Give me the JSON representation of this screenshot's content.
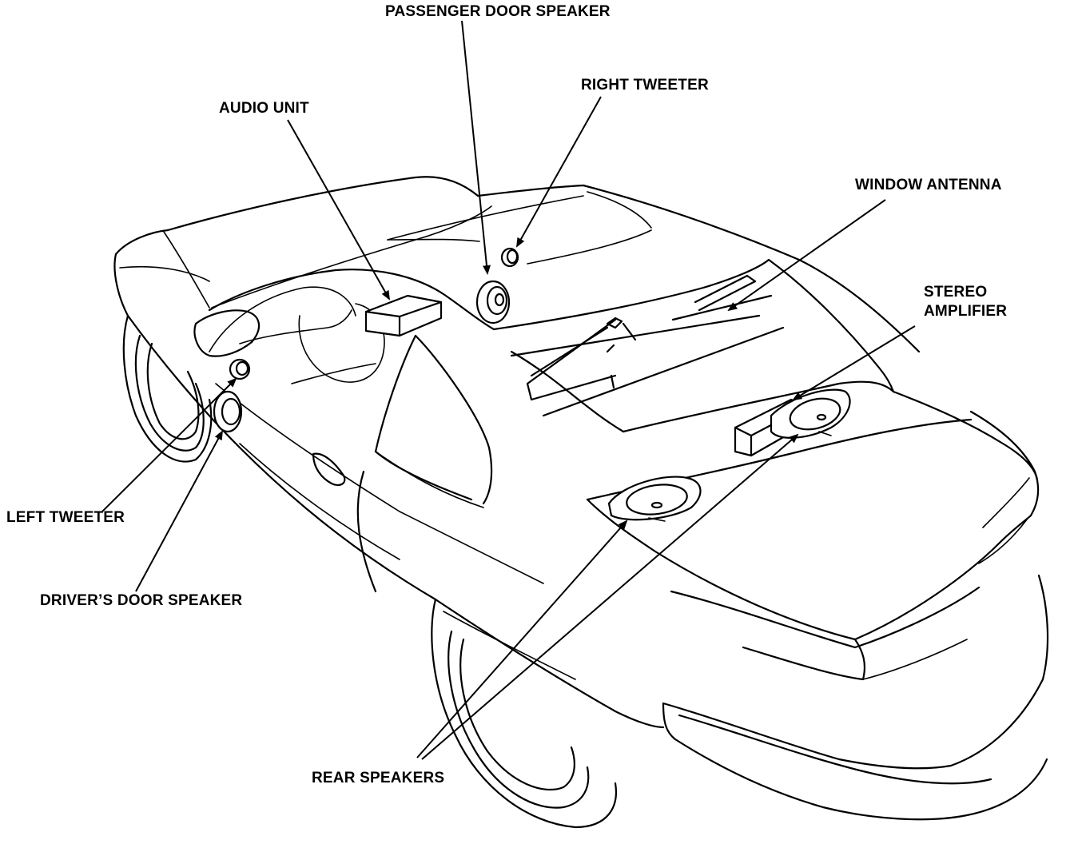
{
  "labels": {
    "passenger_door_speaker": "PASSENGER DOOR SPEAKER",
    "right_tweeter": "RIGHT TWEETER",
    "audio_unit": "AUDIO UNIT",
    "window_antenna": "WINDOW ANTENNA",
    "stereo_amplifier_line1": "STEREO",
    "stereo_amplifier_line2": "AMPLIFIER",
    "left_tweeter": "LEFT TWEETER",
    "drivers_door_speaker": "DRIVER’S DOOR SPEAKER",
    "rear_speakers": "REAR SPEAKERS"
  },
  "colors": {
    "ink": "#000000",
    "paper": "#ffffff"
  }
}
